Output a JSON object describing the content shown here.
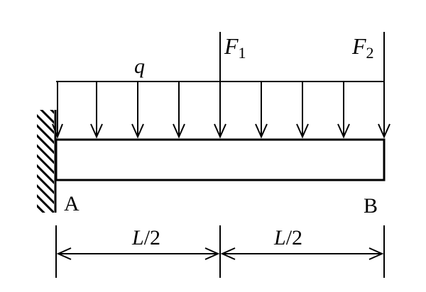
{
  "labels": {
    "load": "q",
    "force1": {
      "sym": "F",
      "sub": "1"
    },
    "force2": {
      "sym": "F",
      "sub": "2"
    },
    "pointA": "A",
    "pointB": "B",
    "dim1": {
      "var": "L",
      "rest": "/2"
    },
    "dim2": {
      "var": "L",
      "rest": "/2"
    }
  },
  "colors": {
    "stroke": "#000000",
    "background": "#ffffff"
  }
}
